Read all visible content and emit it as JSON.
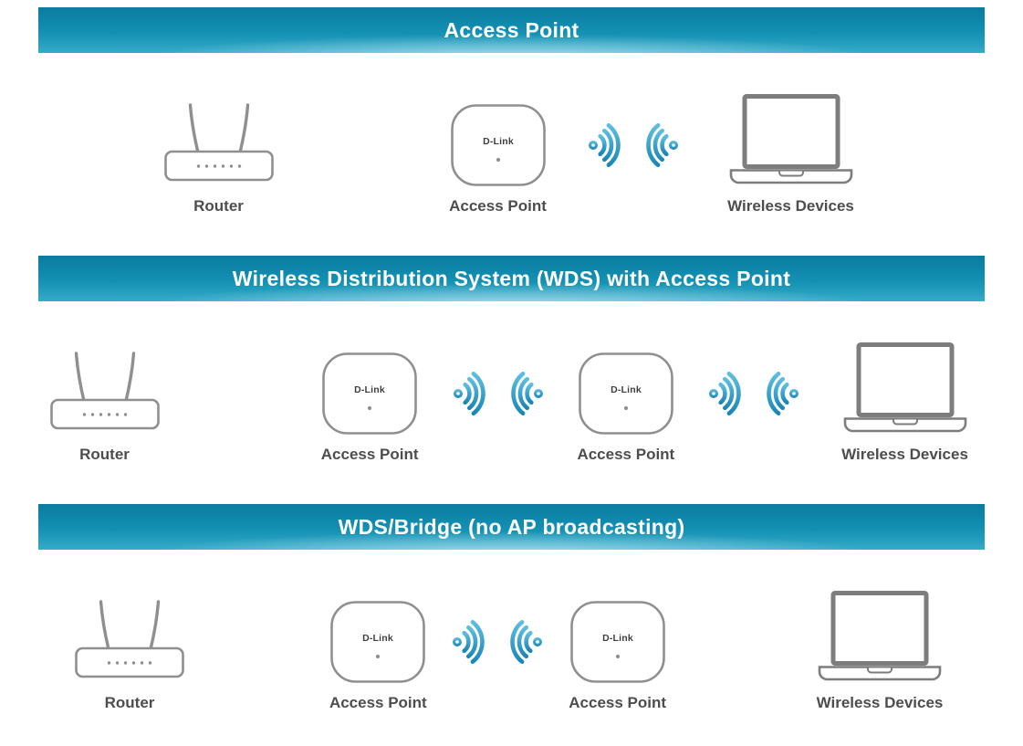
{
  "colors": {
    "banner_top": "#0a7ca0",
    "banner_mid": "#1390b2",
    "banner_bottom": "#35abc9",
    "title_text": "#ffffff",
    "label_text": "#4d4d4d",
    "device_outline": "#8f8f8f",
    "laptop_outline": "#7d7d7d",
    "brand_text": "#3f3f3f",
    "ethernet_green_start": "#aed877",
    "ethernet_green_end": "#36ab4f",
    "ethernet_light_start": "#cfe8a6",
    "ethernet_light_end": "#90d078",
    "wifi_blue_light": "#5fbede",
    "wifi_blue_dark": "#1a86b8"
  },
  "sections": [
    {
      "title": "Access Point",
      "items": [
        {
          "kind": "device",
          "icon": "router",
          "label": "Router"
        },
        {
          "kind": "link",
          "style": "ethernet"
        },
        {
          "kind": "device",
          "icon": "access-point",
          "label": "Access Point",
          "brand": "D-Link"
        },
        {
          "kind": "link",
          "style": "wifi"
        },
        {
          "kind": "device",
          "icon": "laptop",
          "label": "Wireless Devices"
        }
      ]
    },
    {
      "title": "Wireless Distribution System (WDS) with Access Point",
      "items": [
        {
          "kind": "device",
          "icon": "router",
          "label": "Router"
        },
        {
          "kind": "link",
          "style": "ethernet"
        },
        {
          "kind": "device",
          "icon": "access-point",
          "label": "Access Point",
          "brand": "D-Link"
        },
        {
          "kind": "link",
          "style": "wifi"
        },
        {
          "kind": "device",
          "icon": "access-point",
          "label": "Access Point",
          "brand": "D-Link"
        },
        {
          "kind": "link",
          "style": "wifi"
        },
        {
          "kind": "device",
          "icon": "laptop",
          "label": "Wireless Devices"
        }
      ]
    },
    {
      "title": "WDS/Bridge (no AP broadcasting)",
      "items": [
        {
          "kind": "device",
          "icon": "router",
          "label": "Router"
        },
        {
          "kind": "link",
          "style": "ethernet"
        },
        {
          "kind": "device",
          "icon": "access-point",
          "label": "Access Point",
          "brand": "D-Link"
        },
        {
          "kind": "link",
          "style": "wifi"
        },
        {
          "kind": "device",
          "icon": "access-point",
          "label": "Access Point",
          "brand": "D-Link"
        },
        {
          "kind": "link",
          "style": "ethernet-light"
        },
        {
          "kind": "device",
          "icon": "laptop",
          "label": "Wireless Devices"
        }
      ]
    }
  ]
}
